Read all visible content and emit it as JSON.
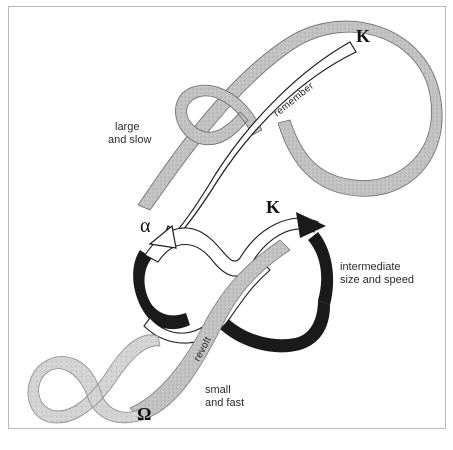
{
  "diagram": {
    "loops": {
      "large": {
        "label_line1": "large",
        "label_line2": "and  slow",
        "symbol": "K",
        "arrow_label": "remember"
      },
      "intermediate": {
        "label_line1": "intermediate",
        "label_line2": "size and speed",
        "symbol_alpha": "α",
        "symbol_k": "K"
      },
      "small": {
        "label_line1": "small",
        "label_line2": "and fast",
        "symbol": "Ω",
        "arrow_label": "revolt"
      }
    },
    "colors": {
      "large_ribbon": "#b4b4b4",
      "intermediate_ribbon_dark": "#161616",
      "small_ribbon": "#c8c8c8",
      "arrow_fill": "#ffffff",
      "outline": "#1c1c1c"
    }
  }
}
